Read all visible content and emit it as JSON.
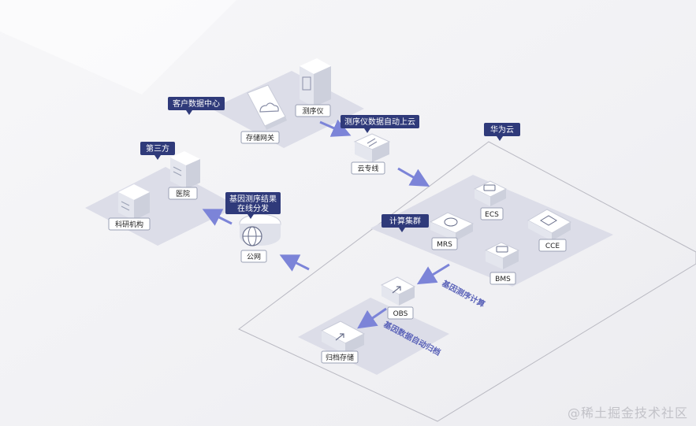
{
  "regions": {
    "customer_dc": "客户数据中心",
    "third_party": "第三方",
    "huawei_cloud": "华为云",
    "compute_cluster": "计算集群"
  },
  "nodes": {
    "sequencer": "测序仪",
    "storage_gateway": "存储网关",
    "direct_connect": "云专线",
    "hospital": "医院",
    "research": "科研机构",
    "internet": "公网",
    "ecs": "ECS",
    "mrs": "MRS",
    "cce": "CCE",
    "bms": "BMS",
    "obs": "OBS",
    "archive": "归档存储"
  },
  "annotations": {
    "upload": "测序仪数据自动上云",
    "distribute_line1": "基因测序结果",
    "distribute_line2": "在线分发",
    "compute": "基因测序计算",
    "archive": "基因数据自动归档"
  },
  "watermark": "@稀土掘金技术社区",
  "colors": {
    "tag": "#2f3a7a",
    "arrow": "#7c84d8",
    "platform": "#dcdde8"
  }
}
